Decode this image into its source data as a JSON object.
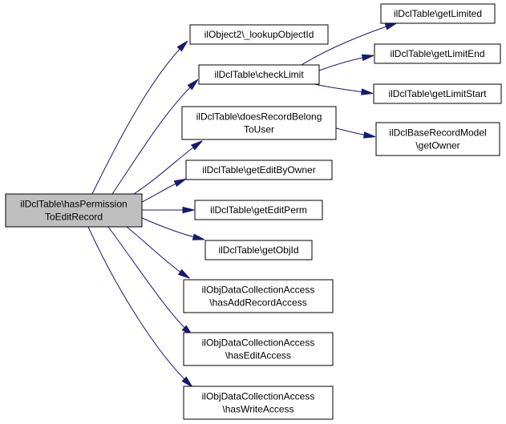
{
  "diagram": {
    "colors": {
      "edge": "#191970",
      "root_fill": "#bfbfbf",
      "node_fill": "#ffffff",
      "node_stroke": "#000000"
    },
    "nodes": [
      {
        "id": "root",
        "lines": [
          "ilDclTable\\hasPermission",
          "ToEditRecord"
        ],
        "root": true
      },
      {
        "id": "lookup",
        "lines": [
          "ilObject2\\_lookupObjectId"
        ]
      },
      {
        "id": "checkLimit",
        "lines": [
          "ilDclTable\\checkLimit"
        ]
      },
      {
        "id": "getLimited",
        "lines": [
          "ilDclTable\\getLimited"
        ]
      },
      {
        "id": "getLimitEnd",
        "lines": [
          "ilDclTable\\getLimitEnd"
        ]
      },
      {
        "id": "getLimitStart",
        "lines": [
          "ilDclTable\\getLimitStart"
        ]
      },
      {
        "id": "doesRecordBelong",
        "lines": [
          "ilDclTable\\doesRecordBelong",
          "ToUser"
        ]
      },
      {
        "id": "getOwner",
        "lines": [
          "ilDclBaseRecordModel",
          "\\getOwner"
        ]
      },
      {
        "id": "getEditByOwner",
        "lines": [
          "ilDclTable\\getEditByOwner"
        ]
      },
      {
        "id": "getEditPerm",
        "lines": [
          "ilDclTable\\getEditPerm"
        ]
      },
      {
        "id": "getObjId",
        "lines": [
          "ilDclTable\\getObjId"
        ]
      },
      {
        "id": "hasAddRecordAccess",
        "lines": [
          "ilObjDataCollectionAccess",
          "\\hasAddRecordAccess"
        ]
      },
      {
        "id": "hasEditAccess",
        "lines": [
          "ilObjDataCollectionAccess",
          "\\hasEditAccess"
        ]
      },
      {
        "id": "hasWriteAccess",
        "lines": [
          "ilObjDataCollectionAccess",
          "\\hasWriteAccess"
        ]
      }
    ],
    "edges": [
      {
        "from": "root",
        "to": "lookup"
      },
      {
        "from": "root",
        "to": "checkLimit"
      },
      {
        "from": "root",
        "to": "doesRecordBelong"
      },
      {
        "from": "root",
        "to": "getEditByOwner"
      },
      {
        "from": "root",
        "to": "getEditPerm"
      },
      {
        "from": "root",
        "to": "getObjId"
      },
      {
        "from": "root",
        "to": "hasAddRecordAccess"
      },
      {
        "from": "root",
        "to": "hasEditAccess"
      },
      {
        "from": "root",
        "to": "hasWriteAccess"
      },
      {
        "from": "checkLimit",
        "to": "getLimited"
      },
      {
        "from": "checkLimit",
        "to": "getLimitEnd"
      },
      {
        "from": "checkLimit",
        "to": "getLimitStart"
      },
      {
        "from": "doesRecordBelong",
        "to": "getOwner"
      }
    ]
  }
}
